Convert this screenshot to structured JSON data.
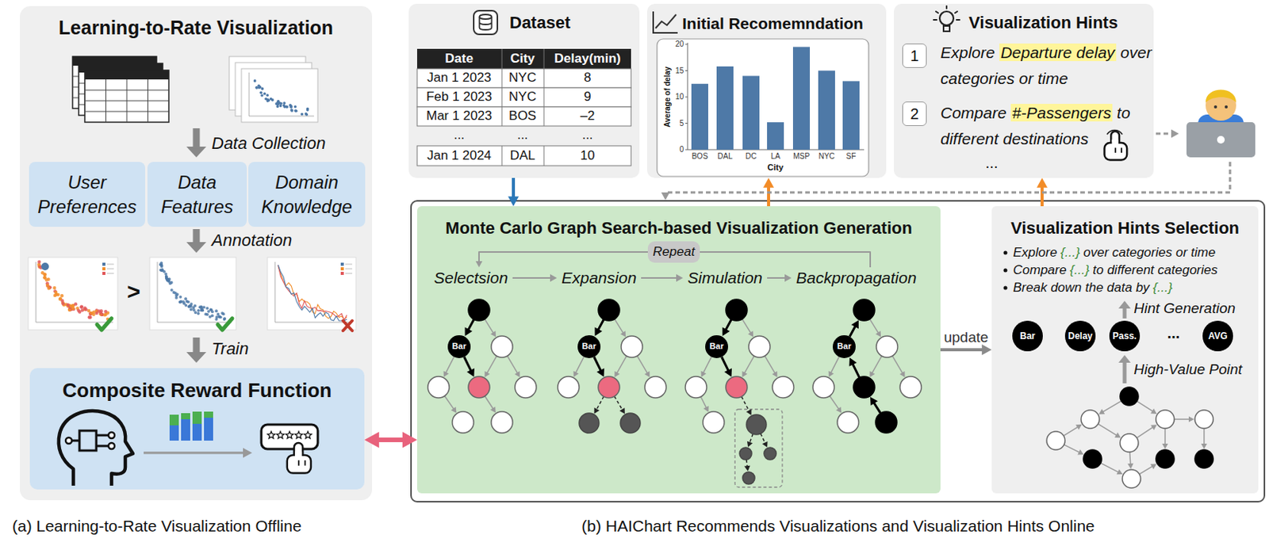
{
  "diagram": {
    "nodes": [
      {
        "text": [
          "Learning-to-Rate Visualization"
        ]
      },
      {
        "text": [
          "User Preferences"
        ],
        "in": 0
      },
      {
        "text": [
          "Data Features"
        ],
        "in": 0
      },
      {
        "text": [
          "Domain Knowledge"
        ],
        "in": 0
      },
      {
        "text": [
          "Composite Reward Function"
        ],
        "in": 0
      },
      {
        "text": [
          "Dataset"
        ]
      },
      {
        "text": [
          "Initial Recomemndation"
        ]
      },
      {
        "text": [
          "Visualization Hints"
        ]
      },
      {
        "text": [
          "1"
        ],
        "in": 7
      },
      {
        "text": [
          "2"
        ],
        "in": 7
      },
      {
        "text": [
          "Monte Carlo Graph Search-based Visualization Generation"
        ]
      },
      {
        "text": [
          "Repeat"
        ],
        "in": 10
      },
      {
        "text": [
          "Bar"
        ],
        "in": 10
      },
      {
        "text": [
          "Bar"
        ],
        "in": 10
      },
      {
        "text": [
          "Bar"
        ],
        "in": 10
      },
      {
        "text": [
          "Bar"
        ],
        "in": 10
      },
      {
        "text": [
          "Visualization Hints Selection"
        ]
      },
      {
        "text": [
          "Bar"
        ],
        "in": 16
      },
      {
        "text": [
          "Delay"
        ],
        "in": 16
      },
      {
        "text": [
          "Pass."
        ],
        "in": 16
      },
      {
        "text": [
          "AVG"
        ],
        "in": 16
      }
    ],
    "edges": [
      {
        "from": 5,
        "to": 10,
        "arrow": "to"
      },
      {
        "from": 10,
        "to": 6,
        "arrow": "to"
      },
      {
        "from": 16,
        "to": 7,
        "arrow": "to"
      },
      {
        "from": 10,
        "to": 16,
        "label": "update",
        "arrow": "to"
      },
      {
        "from": 4,
        "to": 10,
        "arrow": "both"
      }
    ],
    "labels": [
      "Data Collection",
      "Annotation",
      ">",
      "Train",
      "(a) Learning-to-Rate Visualization Offline",
      "Date",
      "City",
      "Delay(min)",
      "Jan 1 2023",
      "NYC",
      "8",
      "Feb 1 2023",
      "NYC",
      "9",
      "Mar 1 2023",
      "BOS",
      "–2",
      "...",
      "...",
      "...",
      "Jan 1 2024",
      "DAL",
      "10",
      "0",
      "5",
      "10",
      "15",
      "20",
      "BOS",
      "DAL",
      "DC",
      "LA",
      "MSP",
      "NYC",
      "SF",
      "City",
      "Average of delay",
      "Explore",
      "Departure delay",
      "over categories or time",
      "Compare",
      "#-Passengers",
      "to different destinations",
      "...",
      "Selectsion",
      "Expansion",
      "Simulation",
      "Backpropagation",
      "Explore",
      "{...}",
      "over categories or time",
      "Compare",
      "{...}",
      "to different categories",
      "Break down the data by",
      "{...}",
      "Hint Generation",
      "...",
      "High-Value Point",
      "(b) HAIChart Recommends Visualizations and Visualization Hints Online"
    ]
  }
}
